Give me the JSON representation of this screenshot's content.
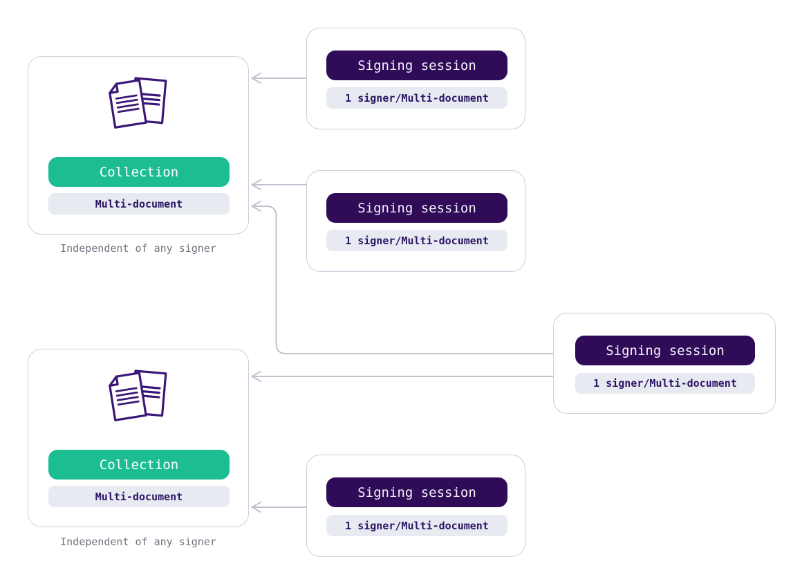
{
  "diagram": {
    "collections": [
      {
        "title": "Collection",
        "tag": "Multi-document",
        "caption": "Independent of any signer"
      },
      {
        "title": "Collection",
        "tag": "Multi-document",
        "caption": "Independent of any signer"
      }
    ],
    "sessions": [
      {
        "title": "Signing session",
        "tag": "1 signer/Multi-document"
      },
      {
        "title": "Signing session",
        "tag": "1 signer/Multi-document"
      },
      {
        "title": "Signing session",
        "tag": "1 signer/Multi-document"
      },
      {
        "title": "Signing session",
        "tag": "1 signer/Multi-document"
      }
    ],
    "icons": {
      "documents_icon": "stacked-documents"
    },
    "colors": {
      "collection_accent": "#1dbd92",
      "session_accent": "#2f0b58",
      "tag_background": "#e8eaf2",
      "tag_text": "#2c1664",
      "card_border": "#c9cedb",
      "connector": "#b6bcc8",
      "caption_text": "#6d737d",
      "icon_stroke": "#3b1778",
      "background": "#ffffff"
    }
  }
}
